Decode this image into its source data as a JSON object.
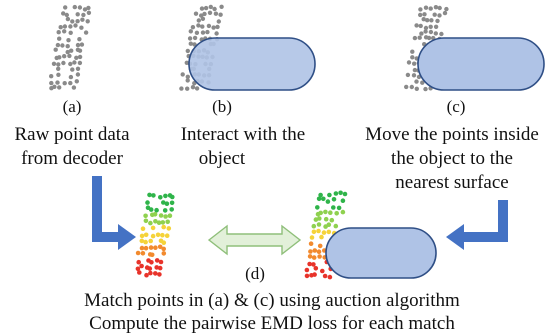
{
  "panels": {
    "a": {
      "label": "(a)",
      "caption_lines": [
        "Raw point data",
        "from decoder"
      ]
    },
    "b": {
      "label": "(b)",
      "caption_lines": [
        "Interact with the",
        "object"
      ]
    },
    "c": {
      "label": "(c)",
      "caption_lines": [
        "Move the points inside",
        "the object to the",
        "nearest surface"
      ]
    },
    "d": {
      "label": "(d)",
      "caption_lines": [
        "Match points in (a) & (c) using auction algorithm",
        "Compute the pairwise EMD loss for each match"
      ]
    }
  },
  "colors": {
    "points_gray": "#8a8a8a",
    "object_fill": "#afc3e6",
    "object_stroke": "#2f4f86",
    "arrow_blue": "#4472c4",
    "double_arrow_fill": "#e2f0d9",
    "double_arrow_stroke": "#8fbf7a",
    "gradient": [
      "#e8332a",
      "#f28a2e",
      "#f5d33a",
      "#8fd14f",
      "#2fb44a"
    ]
  }
}
